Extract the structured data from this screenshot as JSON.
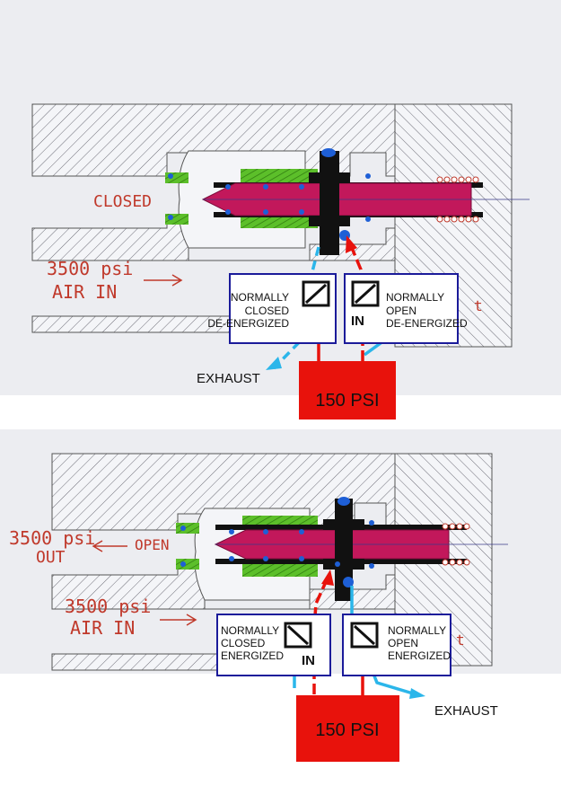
{
  "colors": {
    "paper": "#ecedf1",
    "body_fill": "#f4f5f8",
    "hatch": "#6e6e78",
    "needle": "#c2185b",
    "seal_green": "#5cbf2a",
    "oring_blue": "#1e5fd6",
    "air_red": "#e8120c",
    "exhaust_cyan": "#2bb6ea",
    "box_border": "#1b1b9a",
    "psi_box": "#e8120c",
    "drawing_ink": "#c0392b"
  },
  "top_panel": {
    "state_label": "CLOSED",
    "pressure_in": "3500 psi",
    "air_in": "AIR IN",
    "valve_left": {
      "line1": "NORMALLY",
      "line2": "CLOSED",
      "line3": "DE-ENERGIZED"
    },
    "valve_right": {
      "line1": "NORMALLY",
      "line2": "OPEN",
      "line3": "DE-ENERGIZED",
      "port": "IN"
    },
    "exhaust": "EXHAUST",
    "supply": "150 PSI",
    "edge_mark": "t"
  },
  "bottom_panel": {
    "state_label": "OPEN",
    "pressure_out": "3500 psi",
    "out": "OUT",
    "pressure_in": "3500 psi",
    "air_in": "AIR IN",
    "valve_left": {
      "line1": "NORMALLY",
      "line2": "CLOSED",
      "line3": "ENERGIZED",
      "port": "IN"
    },
    "valve_right": {
      "line1": "NORMALLY",
      "line2": "OPEN",
      "line3": "ENERGIZED"
    },
    "exhaust": "EXHAUST",
    "supply": "150 PSI",
    "edge_mark": "t"
  }
}
